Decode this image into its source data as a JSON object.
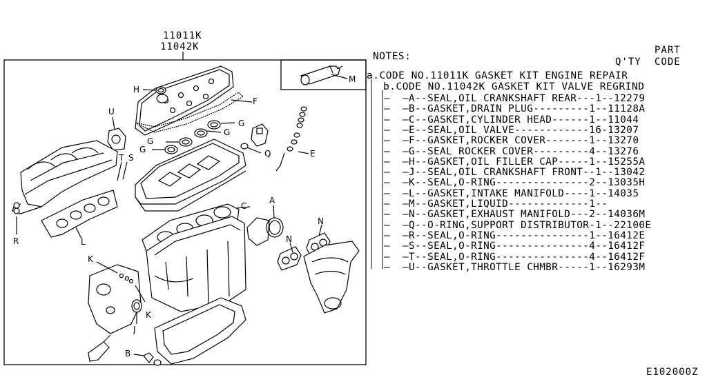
{
  "kit_codes": [
    "11011K",
    "11042K"
  ],
  "inset_label": "M",
  "part_labels": {
    "A": "A",
    "B": "B",
    "C": "C",
    "E": "E",
    "F": "F",
    "G": "G",
    "H": "H",
    "J": "J",
    "K": "K",
    "L": "L",
    "M": "M",
    "N": "N",
    "Q": "Q",
    "R": "R",
    "S": "S",
    "T": "T",
    "U": "U"
  },
  "notes": {
    "title": "NOTES:",
    "qty_header": "Q'TY",
    "part_header_line1": "PART",
    "part_header_line2": "CODE",
    "note_a": "a.CODE NO.11011K GASKET KIT ENGINE REPAIR",
    "note_b": "b.CODE NO.11042K GASKET KIT VALVE REGRIND",
    "items": [
      {
        "text": "A--SEAL,OIL CRANKSHAFT REAR---1--12279"
      },
      {
        "text": "B--GASKET,DRAIN PLUG---------1--11128A"
      },
      {
        "text": "C--GASKET,CYLINDER HEAD------1--11044"
      },
      {
        "text": "E--SEAL,OIL VALVE------------16-13207"
      },
      {
        "text": "F--GASKET,ROCKER COVER-------1--13270"
      },
      {
        "text": "G--SEAL ROCKER COVER---------4--13276"
      },
      {
        "text": "H--GASKET,OIL FILLER CAP-----1--15255A"
      },
      {
        "text": "J--SEAL,OIL CRANKSHAFT FRONT--1--13042"
      },
      {
        "text": "K--SEAL,O-RING---------------2--13035H"
      },
      {
        "text": "L--GASKET,INTAKE MANIFOLD----1--14035"
      },
      {
        "text": "M--GASKET,LIQUID-------------1--"
      },
      {
        "text": "N--GASKET,EXHAUST MANIFOLD---2--14036M"
      },
      {
        "text": "Q--O-RING,SUPPORT DISTRIBUTOR-1--22100E"
      },
      {
        "text": "R--SEAL,O-RING---------------1--16412E"
      },
      {
        "text": "S--SEAL,O-RING---------------4--16412F"
      },
      {
        "text": "T--SEAL,O-RING---------------4--16412F"
      },
      {
        "text": "U--GASKET,THROTTLE CHMBR-----1--16293M"
      }
    ]
  },
  "figure_code": "E102000Z"
}
